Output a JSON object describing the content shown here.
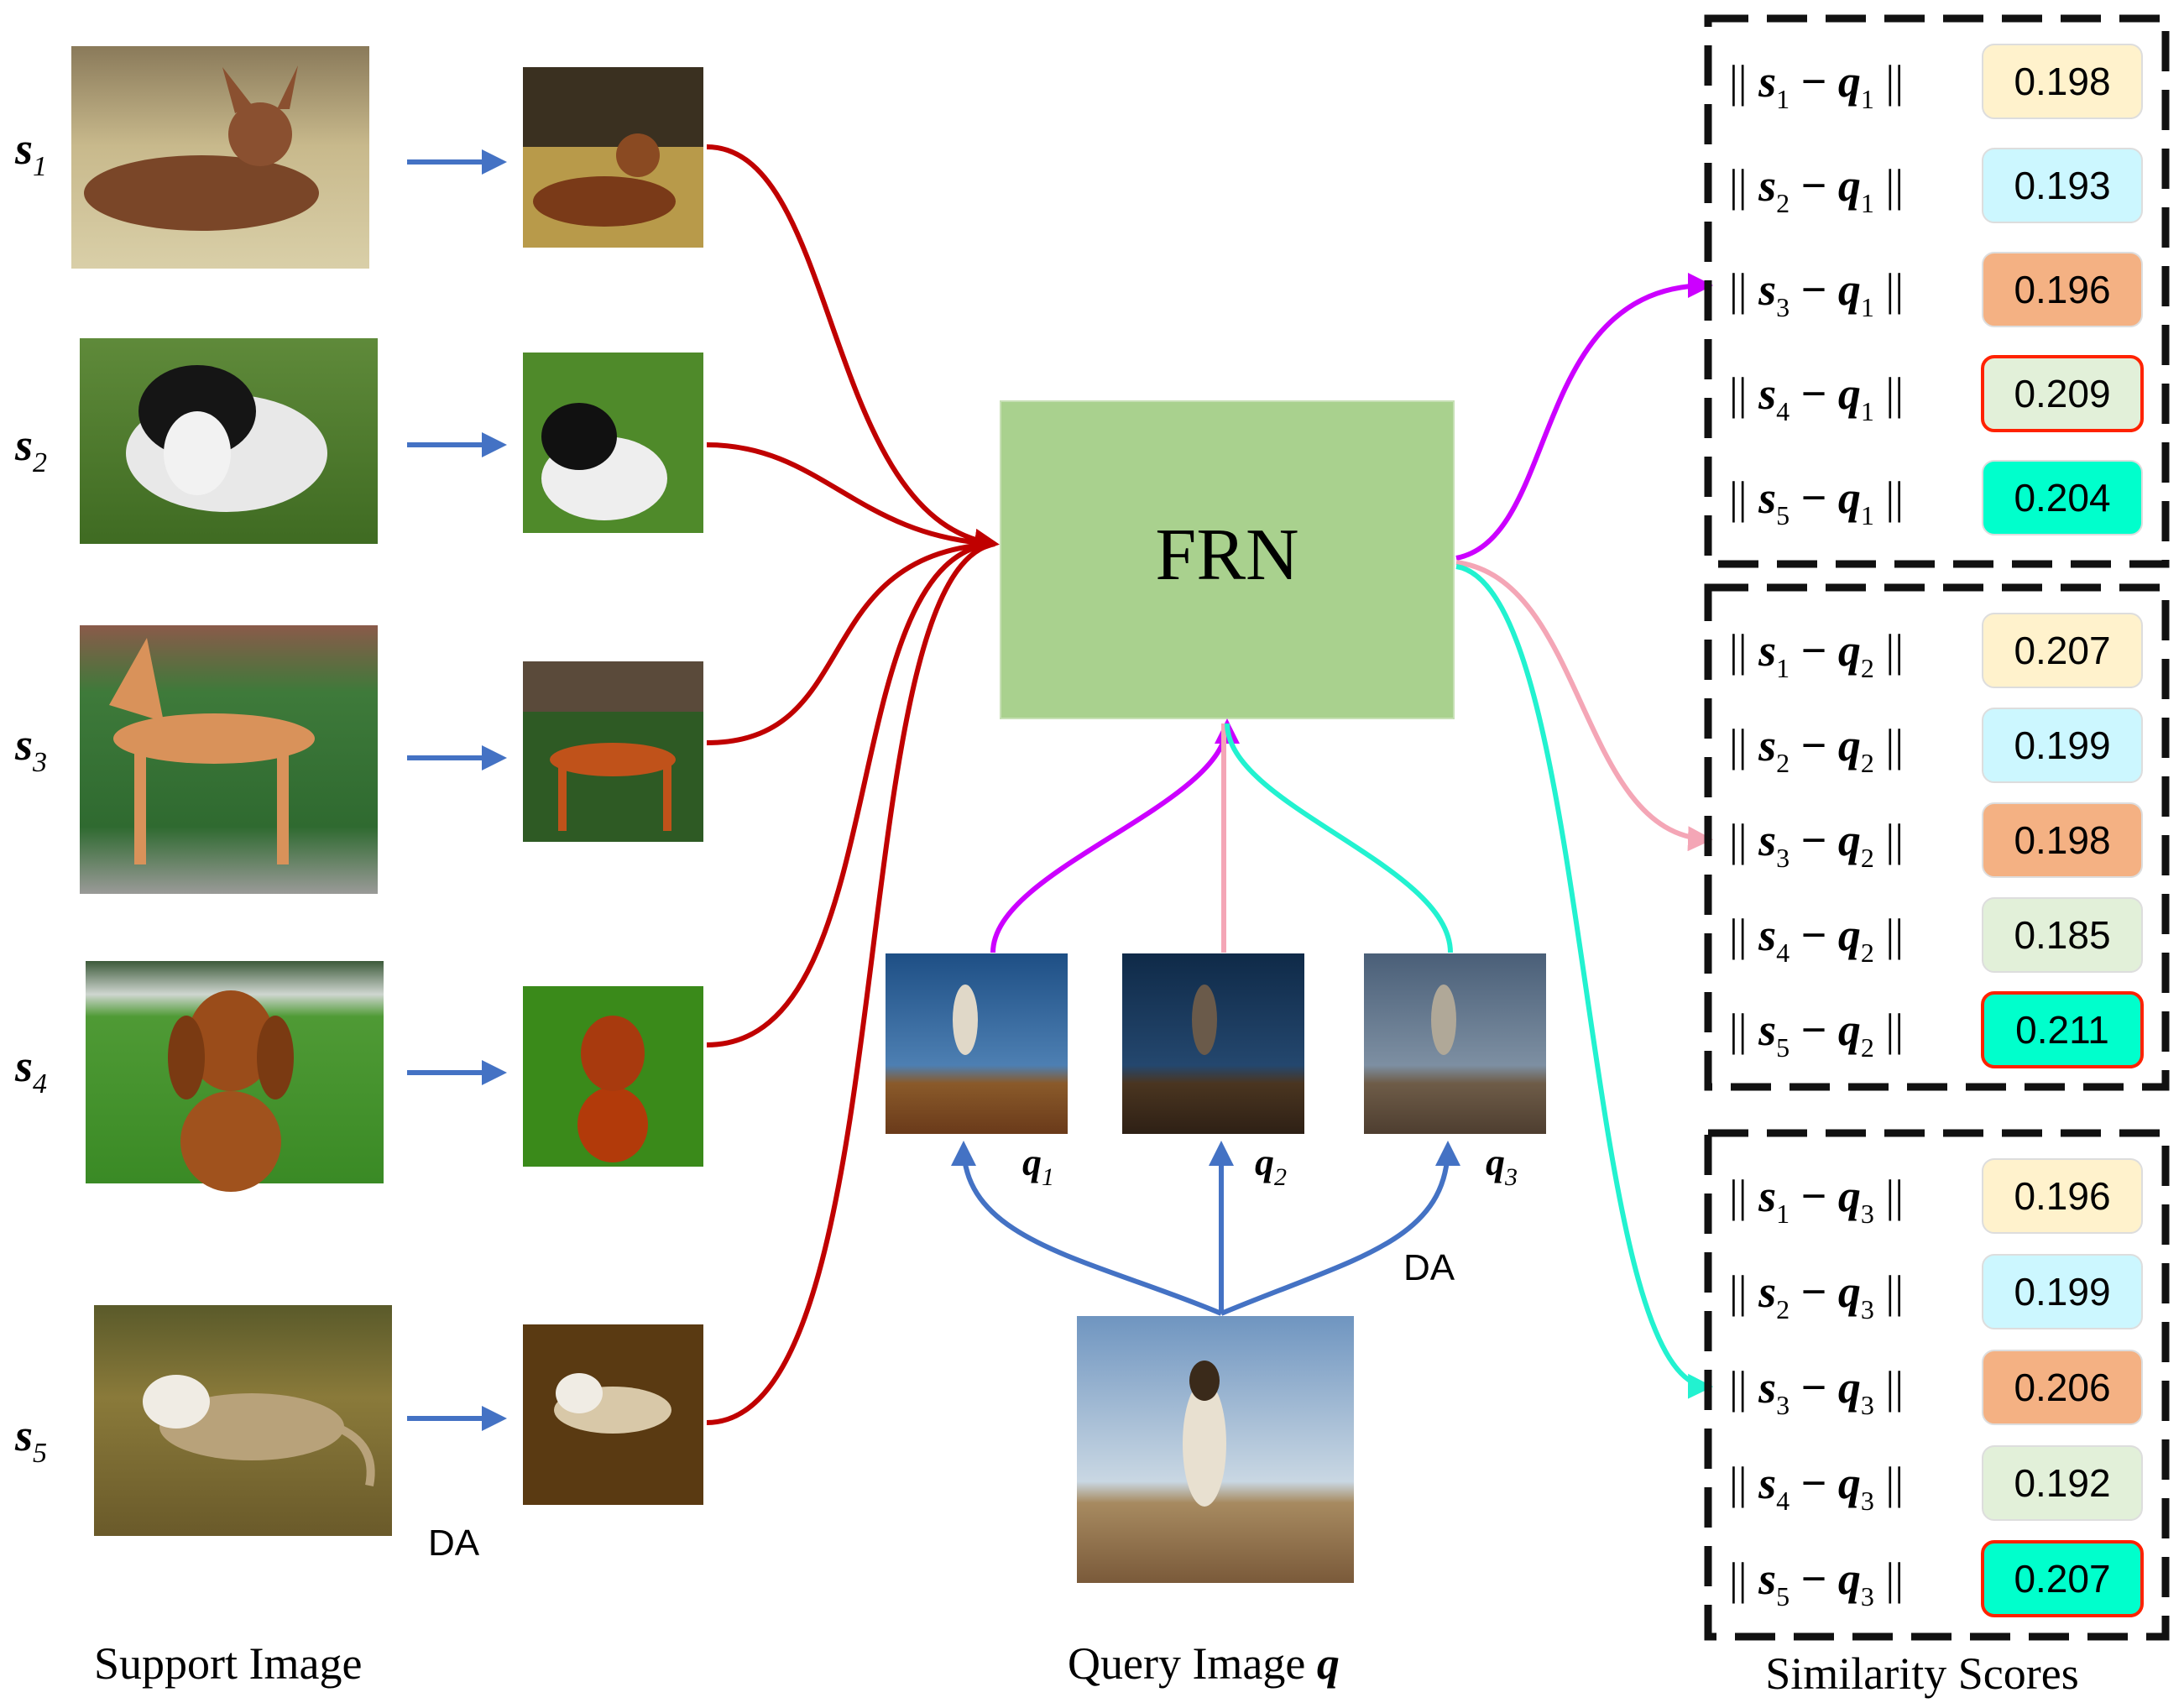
{
  "support": {
    "caption": "Support Image",
    "da_label": "DA",
    "items": [
      {
        "label": "s",
        "sub": "1",
        "subject": "brown-chihuahua-photo"
      },
      {
        "label": "s",
        "sub": "2",
        "subject": "black-white-spaniel-photo"
      },
      {
        "label": "s",
        "sub": "3",
        "subject": "pharaoh-hound-photo"
      },
      {
        "label": "s",
        "sub": "4",
        "subject": "redbone-coonhound-photo"
      },
      {
        "label": "s",
        "sub": "5",
        "subject": "running-whippet-photo"
      }
    ]
  },
  "query": {
    "caption": "Query Image ",
    "caption_symbol": "q",
    "da_label": "DA",
    "subject": "greyhound-on-field-photo",
    "views": [
      {
        "label": "q",
        "sub": "1",
        "arrow_color": "#cc00ff"
      },
      {
        "label": "q",
        "sub": "2",
        "arrow_color": "#f4a6b6"
      },
      {
        "label": "q",
        "sub": "3",
        "arrow_color": "#22f2d0"
      }
    ]
  },
  "model": {
    "label": "FRN",
    "fill": "#a9d18e"
  },
  "colors": {
    "support_arrow": "#c00000",
    "da_arrow": "#4472c4",
    "score_fill_s1": "#fff2cc",
    "score_fill_s2": "#ccf7ff",
    "score_fill_s3": "#f4b183",
    "score_fill_s4": "#e2f0d9",
    "score_fill_s5": "#00ffcc",
    "highlight_border": "#ff2200"
  },
  "scores": {
    "caption": "Similarity Scores",
    "groups": [
      {
        "query": "q",
        "query_sub": "1",
        "rows": [
          {
            "s_sub": "1",
            "value": "0.198",
            "highlight": false
          },
          {
            "s_sub": "2",
            "value": "0.193",
            "highlight": false
          },
          {
            "s_sub": "3",
            "value": "0.196",
            "highlight": false
          },
          {
            "s_sub": "4",
            "value": "0.209",
            "highlight": true
          },
          {
            "s_sub": "5",
            "value": "0.204",
            "highlight": false
          }
        ]
      },
      {
        "query": "q",
        "query_sub": "2",
        "rows": [
          {
            "s_sub": "1",
            "value": "0.207",
            "highlight": false
          },
          {
            "s_sub": "2",
            "value": "0.199",
            "highlight": false
          },
          {
            "s_sub": "3",
            "value": "0.198",
            "highlight": false
          },
          {
            "s_sub": "4",
            "value": "0.185",
            "highlight": false
          },
          {
            "s_sub": "5",
            "value": "0.211",
            "highlight": true
          }
        ]
      },
      {
        "query": "q",
        "query_sub": "3",
        "rows": [
          {
            "s_sub": "1",
            "value": "0.196",
            "highlight": false
          },
          {
            "s_sub": "2",
            "value": "0.199",
            "highlight": false
          },
          {
            "s_sub": "3",
            "value": "0.206",
            "highlight": false
          },
          {
            "s_sub": "4",
            "value": "0.192",
            "highlight": false
          },
          {
            "s_sub": "5",
            "value": "0.207",
            "highlight": true
          }
        ]
      }
    ]
  }
}
